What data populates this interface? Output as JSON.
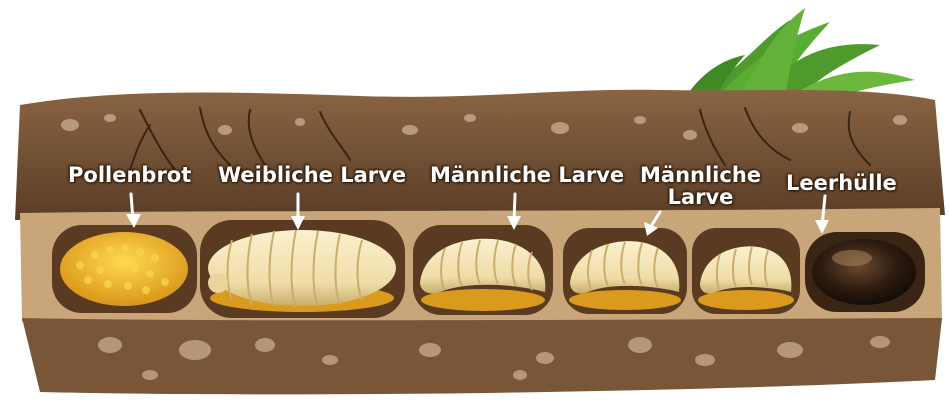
{
  "labels": {
    "pollen": "Pollenbrot",
    "female_larva": "Weibliche Larve",
    "male_larva_1": "Männliche Larve",
    "male_larva_2": "Männliche\nLarve",
    "empty_shell": "Leerhülle"
  },
  "colors": {
    "soil_dark": "#5e4129",
    "soil_mid": "#7a5638",
    "tunnel": "#c9a57a",
    "cell_dark": "#4a2e18",
    "larva": "#f2e3b3",
    "larva_shadow": "#c9b27a",
    "pollen": "#e6a81f",
    "pollen_light": "#f7cf4a",
    "grass": "#4f9a2c",
    "shell": "#2a1a10",
    "label_text": "#ffffff"
  }
}
